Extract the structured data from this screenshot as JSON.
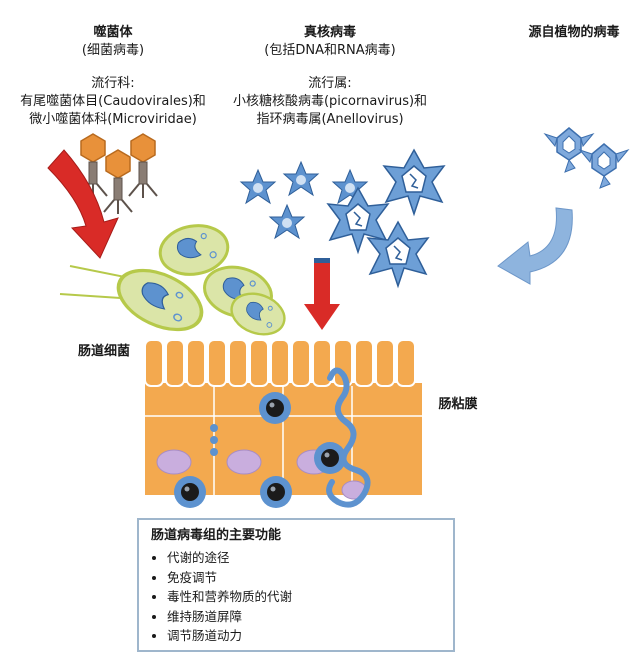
{
  "labels": {
    "phage_title": "噬菌体",
    "phage_sub": "(细菌病毒)",
    "phage_family_head": "流行科:",
    "phage_family_1": "有尾噬菌体目(Caudovirales)和",
    "phage_family_2": "微小噬菌体科(Microviridae)",
    "euk_title": "真核病毒",
    "euk_sub": "(包括DNA和RNA病毒)",
    "euk_genus_head": "流行属:",
    "euk_genus_1": "小核糖核酸病毒(picornavirus)和",
    "euk_genus_2": "指环病毒属(Anellovirus)",
    "plant_title": "源自植物的病毒",
    "bacteria": "肠道细菌",
    "mucosa": "肠粘膜"
  },
  "functions": {
    "title": "肠道病毒组的主要功能",
    "items": [
      "代谢的途径",
      "免疫调节",
      "毒性和营养物质的代谢",
      "维持肠道屏障",
      "调节肠道动力"
    ]
  },
  "colors": {
    "arrow_red": "#d92b27",
    "arrow_blue": "#8eb4de",
    "epithelium": "#f3a94f",
    "bacteria_green": "#dbe5a8",
    "virus_blue": "#5d92cf",
    "nucleus": "#c9aede"
  }
}
